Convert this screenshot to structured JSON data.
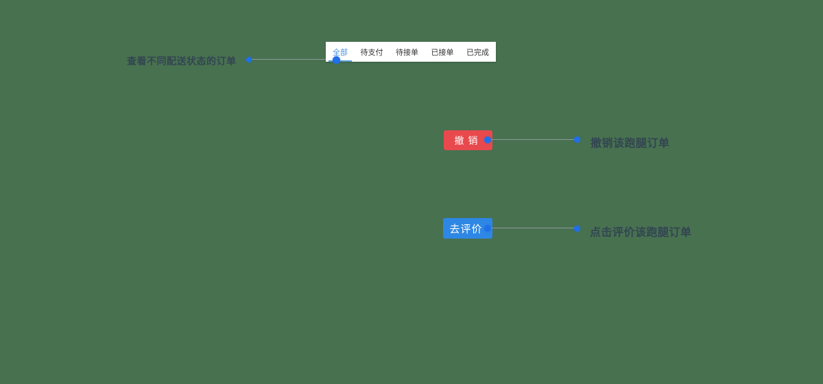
{
  "page": {
    "background_color": "#487150"
  },
  "tab_bar": {
    "tabs": [
      {
        "label": "全部",
        "active": true
      },
      {
        "label": "待支付",
        "active": false
      },
      {
        "label": "待接单",
        "active": false
      },
      {
        "label": "已接单",
        "active": false
      },
      {
        "label": "已完成",
        "active": false
      }
    ],
    "active_color": "#4A90D9",
    "inactive_color": "#333333",
    "underline_color": "#5B9BD8"
  },
  "buttons": {
    "revoke": {
      "label": "撤销",
      "color": "#E8494D"
    },
    "review": {
      "label": "去评价",
      "color": "#2E87E4"
    }
  },
  "annotations": {
    "tabs_note": "查看不同配送状态的订单",
    "revoke_note": "撤销该跑腿订单",
    "review_note": "点击评价该跑腿订单"
  },
  "colors": {
    "dot": "#1E6FE8",
    "connector_line": "#8D9A9B",
    "annotation_text": "#2E3C52"
  }
}
